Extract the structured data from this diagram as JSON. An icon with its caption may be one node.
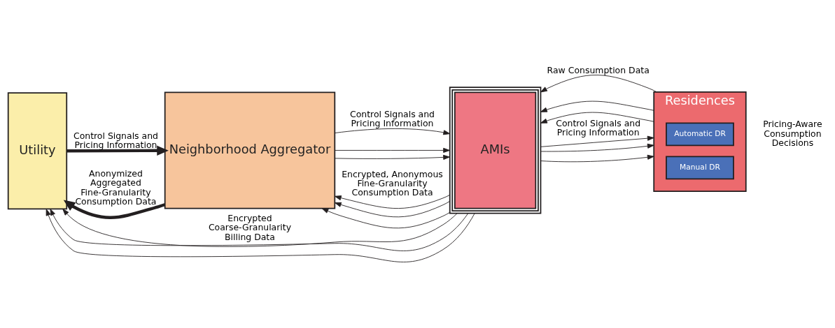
{
  "diagram": {
    "nodes": [
      {
        "text": [
          "Utility"
        ]
      },
      {
        "text": [
          "Neighborhood Aggregator"
        ]
      },
      {
        "text": [
          "AMIs"
        ]
      },
      {
        "text": [
          "Residences"
        ],
        "beside": [
          "Pricing-Aware Consumption Decisions"
        ]
      },
      {
        "text": [
          "Automatic DR"
        ],
        "in": 3
      },
      {
        "text": [
          "Manual DR"
        ],
        "in": 3
      }
    ],
    "edges": [
      {
        "from": 2,
        "to": 0,
        "arrow": "to",
        "label": "Encrypted Coarse-Granularity Billing Data"
      },
      {
        "from": 2,
        "to": 0,
        "arrow": "to"
      },
      {
        "from": 2,
        "to": 0,
        "arrow": "to"
      },
      {
        "from": 1,
        "to": 0,
        "arrow": "to",
        "style": "thick",
        "label": "Anonymized Aggregated Fine-Granularity Consumption Data"
      },
      {
        "from": 0,
        "to": 1,
        "arrow": "to",
        "style": "thick",
        "label": "Control Signals and Pricing Information"
      },
      {
        "from": 2,
        "to": 1,
        "arrow": "to",
        "label": "Encrypted, Anonymous Fine-Granularity Consumption Data"
      },
      {
        "from": 2,
        "to": 1,
        "arrow": "to"
      },
      {
        "from": 2,
        "to": 1,
        "arrow": "to"
      },
      {
        "from": 1,
        "to": 2,
        "arrow": "to",
        "label": "Control Signals and Pricing Information"
      },
      {
        "from": 1,
        "to": 2,
        "arrow": "to"
      },
      {
        "from": 1,
        "to": 2,
        "arrow": "to"
      },
      {
        "from": 3,
        "to": 2,
        "arrow": "to",
        "label": "Raw Consumption Data"
      },
      {
        "from": 3,
        "to": 2,
        "arrow": "to"
      },
      {
        "from": 3,
        "to": 2,
        "arrow": "to"
      },
      {
        "from": 2,
        "to": 3,
        "arrow": "to",
        "label": "Control Signals and Pricing Information"
      },
      {
        "from": 2,
        "to": 3,
        "arrow": "to"
      },
      {
        "from": 2,
        "to": 3,
        "arrow": "to"
      }
    ]
  }
}
